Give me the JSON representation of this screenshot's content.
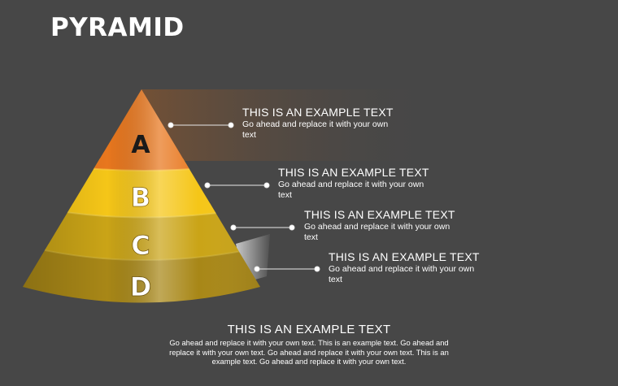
{
  "title": "PYRAMID",
  "levels": [
    {
      "letter": "A",
      "heading": "THIS IS AN EXAMPLE TEXT",
      "text": "Go ahead and replace it with your own text",
      "color": "#e8731c"
    },
    {
      "letter": "B",
      "heading": "THIS IS AN EXAMPLE TEXT",
      "text": "Go ahead and replace it with your own text",
      "color": "#f6c417"
    },
    {
      "letter": "C",
      "heading": "THIS IS AN EXAMPLE TEXT",
      "text": "Go ahead and replace it with your own text",
      "color": "#cda817"
    },
    {
      "letter": "D",
      "heading": "THIS IS AN EXAMPLE TEXT",
      "text": "Go ahead and replace it with your own text",
      "color": "#a7861a"
    }
  ],
  "footer": {
    "heading": "THIS IS AN EXAMPLE TEXT",
    "text": "Go ahead and replace it with your own text. This is an example text. Go ahead and replace it with your own text. Go ahead and replace it with your own text. This is an example text. Go ahead and replace it with your own text."
  }
}
